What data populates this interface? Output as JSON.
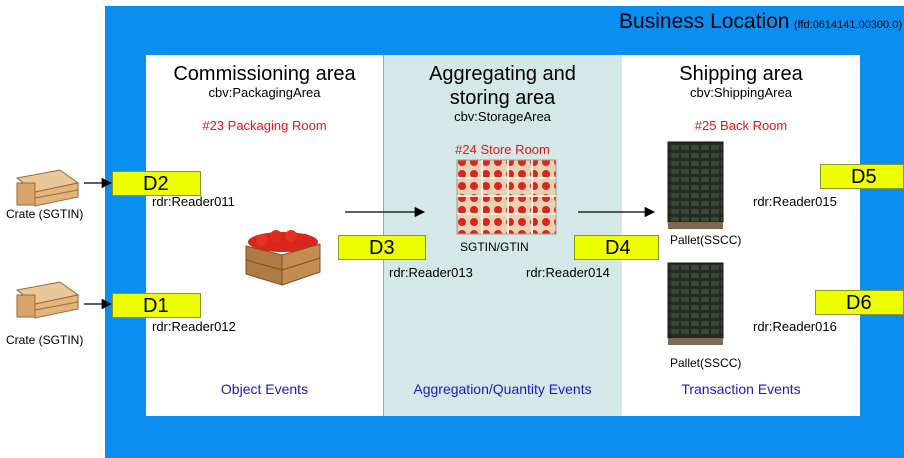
{
  "business_location": {
    "title": "Business Location",
    "id_text": "(ffd:0614141.00300.0)"
  },
  "areas": [
    {
      "title": "Commissioning area",
      "cbv": "cbv:PackagingArea",
      "room": "#23 Packaging Room",
      "events": "Object Events"
    },
    {
      "title_line1": "Aggregating and",
      "title_line2": "storing area",
      "cbv": "cbv:StorageArea",
      "room": "#24 Store Room",
      "events": "Aggregation/Quantity Events"
    },
    {
      "title": "Shipping area",
      "cbv": "cbv:ShippingArea",
      "room": "#25 Back Room",
      "events": "Transaction Events"
    }
  ],
  "doors": {
    "d1": "D1",
    "d2": "D2",
    "d3": "D3",
    "d4": "D4",
    "d5": "D5",
    "d6": "D6"
  },
  "readers": {
    "r011": "rdr:Reader011",
    "r012": "rdr:Reader012",
    "r013": "rdr:Reader013",
    "r014": "rdr:Reader014",
    "r015": "rdr:Reader015",
    "r016": "rdr:Reader016"
  },
  "labels": {
    "crate_top": "Crate (SGTIN)",
    "crate_bottom": "Crate (SGTIN)",
    "sgtin_gtin": "SGTIN/GTIN",
    "pallet_top": "Pallet(SSCC)",
    "pallet_bottom": "Pallet(SSCC)"
  },
  "colors": {
    "business_location": "#0a8ff0",
    "storage_area": "#d4e9e7",
    "door_box": "#eeff00",
    "room_label": "#ee1111",
    "event_label": "#1a1acc"
  }
}
